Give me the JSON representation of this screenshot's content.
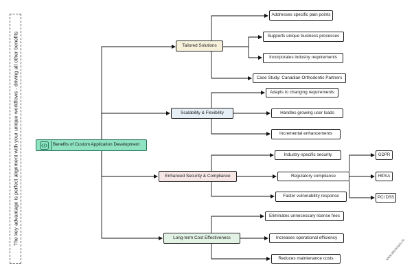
{
  "sidebar": {
    "text": "The key advantage is perfect alignment with your unique workflows - driving all other benefits"
  },
  "root": {
    "label": "Benefits of Custom Application Development",
    "icon": "code-icon"
  },
  "branches": {
    "tailored": {
      "label": "Tailored Solutions",
      "children": [
        "Addresses specific pain points",
        "Supports unique business processes",
        "Incorporates industry requirements",
        "Case Study: Canadian Orthodontic Partners"
      ]
    },
    "scalability": {
      "label": "Scalability & Flexibility",
      "children": [
        "Adapts to changing requirements",
        "Handles growing user loads",
        "Incremental enhancements"
      ]
    },
    "security": {
      "label": "Enhanced Security & Compliance",
      "children": [
        "Industry-specific security",
        "Regulatory compliance",
        "Faster vulnerability response"
      ],
      "compliance_items": [
        "GDPR",
        "HIPAA",
        "PCI DSS"
      ]
    },
    "cost": {
      "label": "Long-term Cost Effectiveness",
      "children": [
        "Eliminates unnecessary license fees",
        "Increases operational efficiency",
        "Reduces maintenance costs"
      ]
    }
  },
  "watermark": "www.tecnosys.co",
  "colors": {
    "root_fill": "#8fe3c1",
    "tailored_fill": "#f7f1dc",
    "scalability_fill": "#e6eff6",
    "security_fill": "#f6e7e6",
    "cost_fill": "#e2f3e6"
  }
}
